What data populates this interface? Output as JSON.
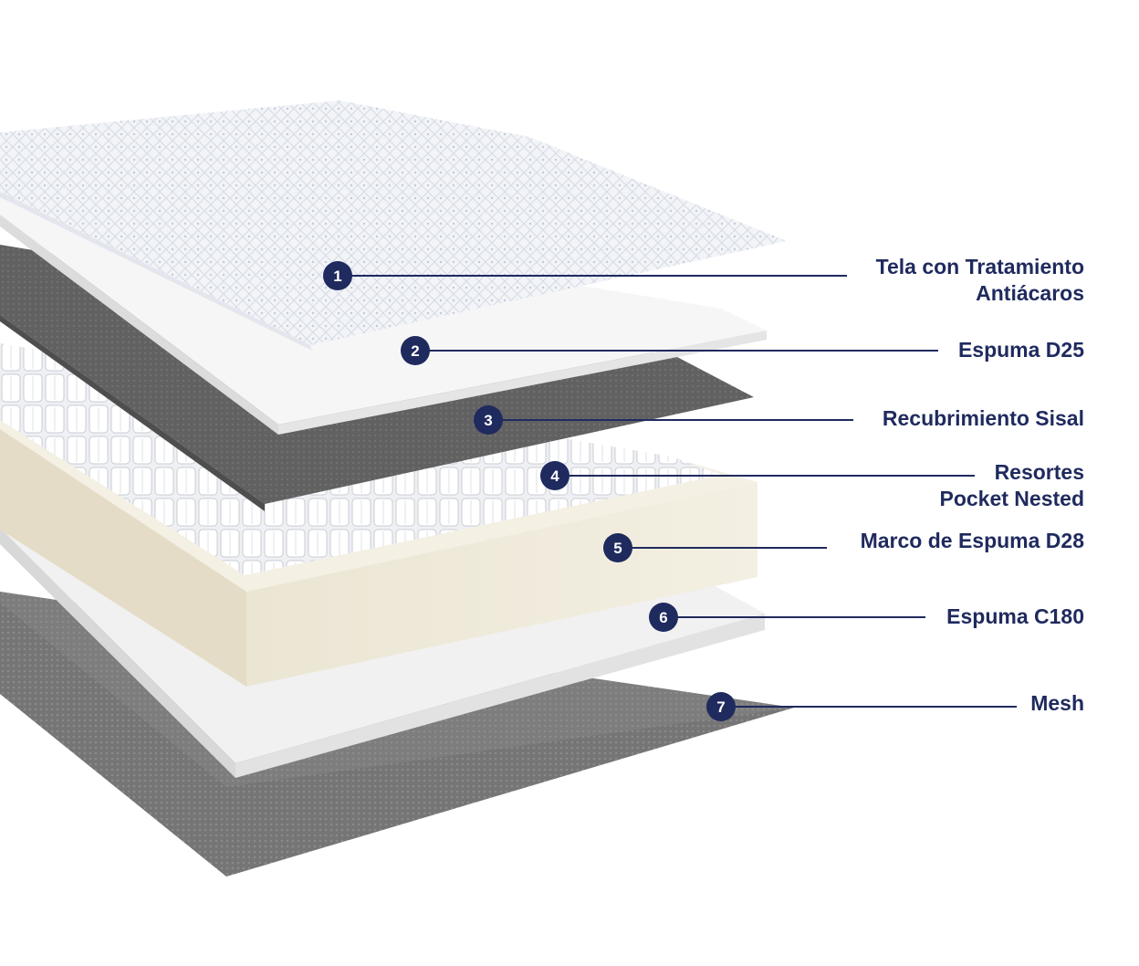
{
  "diagram": {
    "accent_color": "#1f2a5e",
    "layers": [
      {
        "number": "1",
        "label_lines": [
          "Tela con Tratamiento",
          "Antiácaros"
        ]
      },
      {
        "number": "2",
        "label_lines": [
          "Espuma D25"
        ]
      },
      {
        "number": "3",
        "label_lines": [
          "Recubrimiento Sisal"
        ]
      },
      {
        "number": "4",
        "label_lines": [
          "Resortes",
          "Pocket Nested"
        ]
      },
      {
        "number": "5",
        "label_lines": [
          "Marco de Espuma D28"
        ]
      },
      {
        "number": "6",
        "label_lines": [
          "Espuma C180"
        ]
      },
      {
        "number": "7",
        "label_lines": [
          "Mesh"
        ]
      }
    ]
  }
}
